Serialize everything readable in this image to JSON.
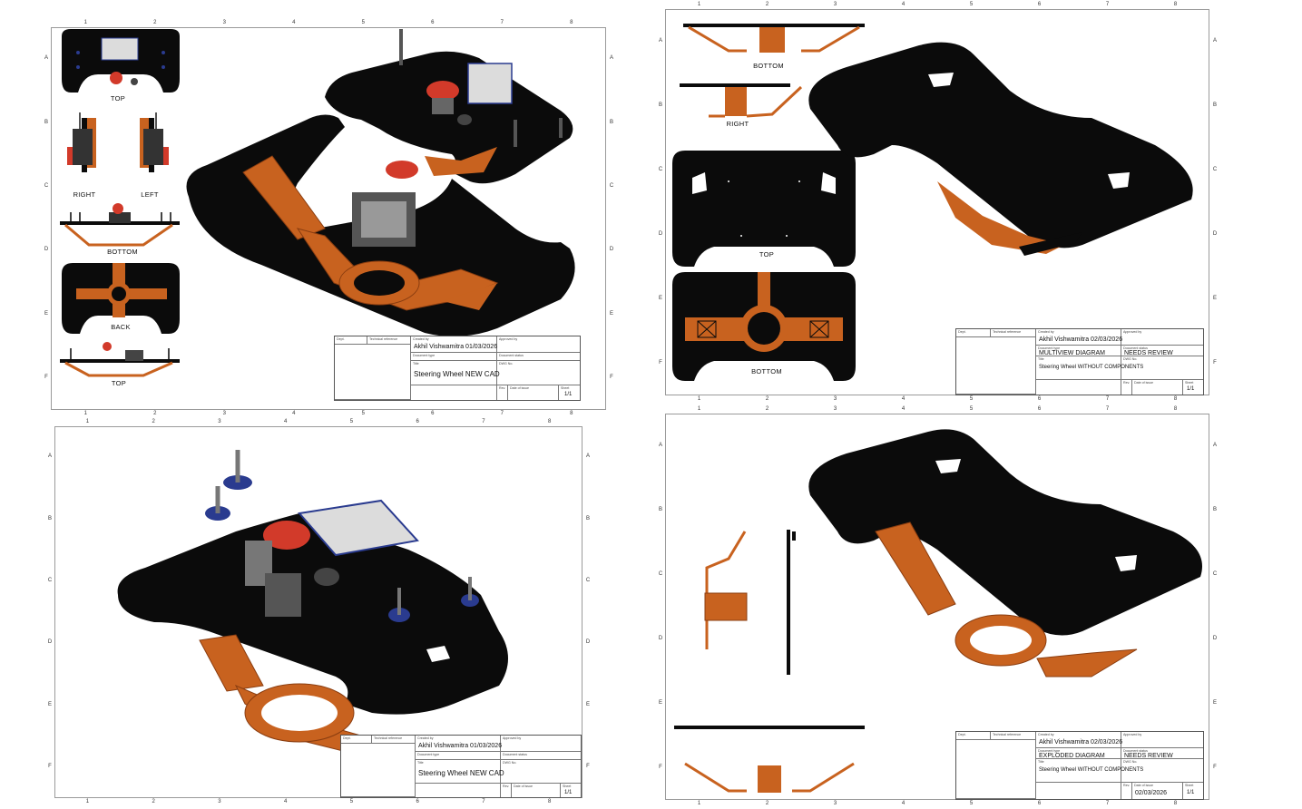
{
  "zones": {
    "cols": [
      "1",
      "2",
      "3",
      "4",
      "5",
      "6",
      "7",
      "8"
    ],
    "rows": [
      "A",
      "B",
      "C",
      "D",
      "E",
      "F"
    ]
  },
  "sheet1": {
    "views": {
      "top": "TOP",
      "right": "RIGHT",
      "left": "LEFT",
      "bottom": "BOTTOM",
      "back": "BACK",
      "top2": "TOP"
    },
    "titleblock": {
      "dept_cap": "Dept.",
      "techref_cap": "Technical reference",
      "created_cap": "Created by",
      "created_by": "Akhil Vishwamitra 01/03/2026",
      "approved_cap": "Approved by",
      "doctype_cap": "Document type",
      "doctype": "",
      "docstatus_cap": "Document status",
      "docstatus": "",
      "title_cap": "Title",
      "title": "Steering Wheel NEW CAD",
      "dwg_cap": "DWG No.",
      "rev_cap": "Rev.",
      "date_cap": "Date of issue",
      "sheet_cap": "Sheet",
      "sheet": "1/1"
    }
  },
  "sheet2": {
    "views": {
      "bottom_top": "BOTTOM",
      "right": "RIGHT",
      "top": "TOP",
      "bottom": "BOTTOM"
    },
    "titleblock": {
      "dept_cap": "Dept.",
      "techref_cap": "Technical reference",
      "created_cap": "Created by",
      "created_by": "Akhil Vishwamitra  02/03/2026",
      "approved_cap": "Approved by",
      "doctype_cap": "Document type",
      "doctype": "MULTIVIEW DIAGRAM",
      "docstatus_cap": "Document status",
      "docstatus": "NEEDS REVIEW",
      "title_cap": "Title",
      "title": "Steering Wheel WITHOUT COMPONENTS",
      "dwg_cap": "DWG No.",
      "rev_cap": "Rev.",
      "date_cap": "Date of issue",
      "sheet_cap": "Sheet",
      "sheet": "1/1"
    }
  },
  "sheet3": {
    "titleblock": {
      "dept_cap": "Dept.",
      "techref_cap": "Technical reference",
      "created_cap": "Created by",
      "created_by": "Akhil Vishwamitra 01/03/2026",
      "approved_cap": "Approved by",
      "doctype_cap": "Document type",
      "doctype": "",
      "docstatus_cap": "Document status",
      "docstatus": "",
      "title_cap": "Title",
      "title": "Steering Wheel NEW CAD",
      "dwg_cap": "DWG No.",
      "rev_cap": "Rev.",
      "date_cap": "Date of issue",
      "sheet_cap": "Sheet",
      "sheet": "1/1"
    }
  },
  "sheet4": {
    "titleblock": {
      "dept_cap": "Dept.",
      "techref_cap": "Technical reference",
      "created_cap": "Created by",
      "created_by": "Akhil Vishwamitra  02/03/2026",
      "approved_cap": "Approved by",
      "doctype_cap": "Document type",
      "doctype": "EXPLODED DIAGRAM",
      "docstatus_cap": "Document status",
      "docstatus": "NEEDS REVIEW",
      "title_cap": "Title",
      "title": "Steering Wheel WITHOUT COMPONENTS",
      "dwg_cap": "DWG No.",
      "rev_cap": "Rev.",
      "date_cap": "Date of issue",
      "date": "02/03/2026",
      "sheet_cap": "Sheet",
      "sheet": "1/1"
    }
  },
  "colors": {
    "plate": "#0b0b0b",
    "orange": "#c8621f",
    "orange_dark": "#8a3d10",
    "red_button": "#d23a2a",
    "screen": "#dcdcdc",
    "blue_ring": "#2a3b8f"
  }
}
